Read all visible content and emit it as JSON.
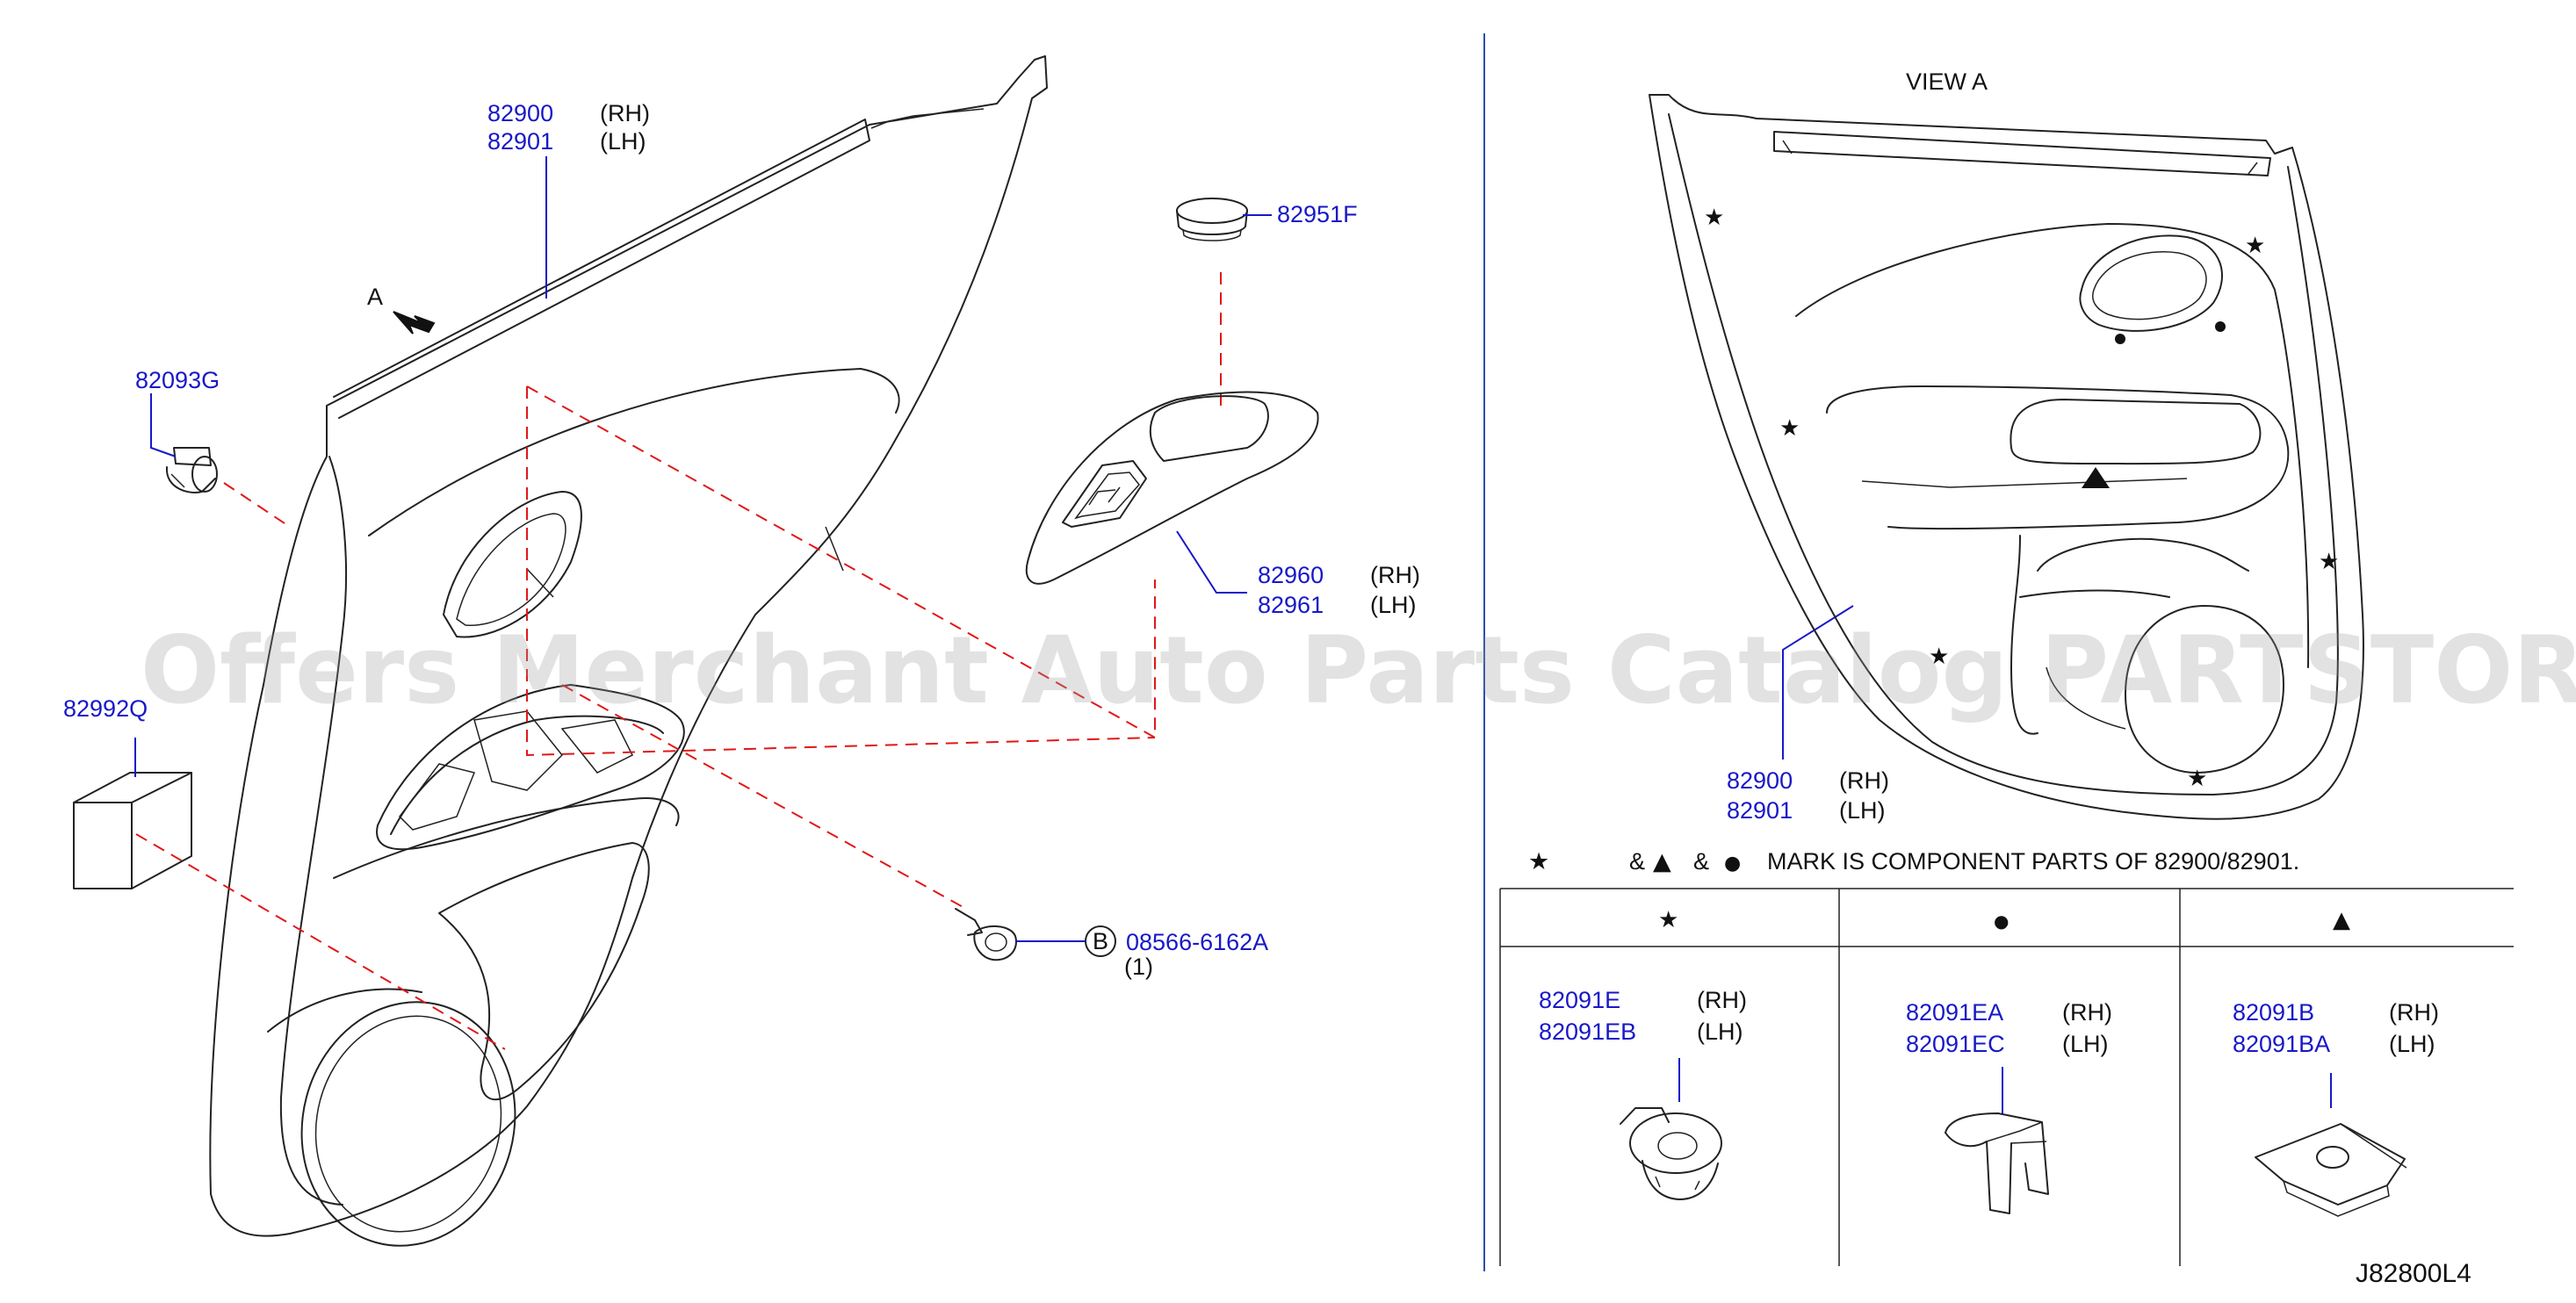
{
  "callouts": {
    "trim_rh": "82900",
    "trim_rh_side": "(RH)",
    "trim_lh": "82901",
    "trim_lh_side": "(LH)",
    "cap": "82951F",
    "grommet": "82093G",
    "finisher_rh": "82960",
    "finisher_rh_side": "(RH)",
    "finisher_lh": "82961",
    "finisher_lh_side": "(LH)",
    "pad": "82992Q",
    "screw": "08566-6162A",
    "screw_qty": "(1)",
    "screw_ref": "B",
    "arrow_label": "A"
  },
  "view_a": {
    "title": "VIEW   A",
    "trim_rh": "82900",
    "trim_rh_side": "(RH)",
    "trim_lh": "82901",
    "trim_lh_side": "(LH)"
  },
  "legend": {
    "star": "★",
    "triangle": "▲",
    "dot": "●",
    "text_amp1": "&",
    "text_amp2": "&",
    "text_tail": "MARK   IS   COMPONENT   PARTS   OF   82900/82901."
  },
  "clip_table": {
    "columns": [
      {
        "symbol": "★",
        "rh": "82091E",
        "rh_side": "(RH)",
        "lh": "82091EB",
        "lh_side": "(LH)"
      },
      {
        "symbol": "●",
        "rh": "82091EA",
        "rh_side": "(RH)",
        "lh": "82091EC",
        "lh_side": "(LH)"
      },
      {
        "symbol": "▲",
        "rh": "82091B",
        "rh_side": "(RH)",
        "lh": "82091BA",
        "lh_side": "(LH)"
      }
    ]
  },
  "diagram_code": "J82800L4",
  "watermark": "Offers Merchant Auto Parts Catalog PARTSTORE.SA",
  "colors": {
    "part_number": "#1818c8",
    "dashed_leader": "#e01818",
    "line": "#222222"
  }
}
